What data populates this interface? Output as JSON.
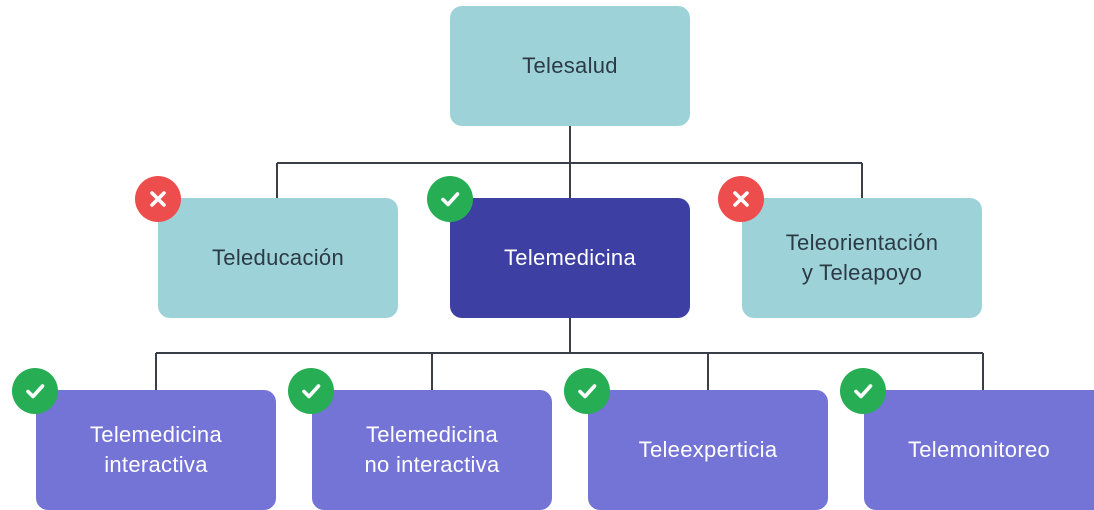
{
  "root": {
    "label": "Telesalud"
  },
  "level1": [
    {
      "id": "teleducacion",
      "lines": [
        "Teleducación"
      ],
      "status": "rejected",
      "status_icon": "x-icon"
    },
    {
      "id": "telemedicina",
      "lines": [
        "Telemedicina"
      ],
      "status": "approved",
      "status_icon": "check-icon"
    },
    {
      "id": "teleorientacion",
      "lines": [
        "Teleorientación",
        "y Teleapoyo"
      ],
      "status": "rejected",
      "status_icon": "x-icon"
    }
  ],
  "level2": [
    {
      "id": "telemedicina-interactiva",
      "lines": [
        "Telemedicina",
        "interactiva"
      ],
      "status": "approved",
      "status_icon": "check-icon"
    },
    {
      "id": "telemedicina-no-interactiva",
      "lines": [
        "Telemedicina",
        "no interactiva"
      ],
      "status": "approved",
      "status_icon": "check-icon"
    },
    {
      "id": "teleexperticia",
      "lines": [
        "Teleexperticia"
      ],
      "status": "approved",
      "status_icon": "check-icon"
    },
    {
      "id": "telemonitoreo",
      "lines": [
        "Telemonitoreo"
      ],
      "status": "approved",
      "status_icon": "check-icon"
    }
  ],
  "colors": {
    "teal_box": "#9dd3d8",
    "navy_box": "#3d3fa3",
    "violet_box": "#7473d6",
    "connector": "#3a3f47",
    "approved": "#27ae55",
    "rejected": "#ee4d4d"
  }
}
